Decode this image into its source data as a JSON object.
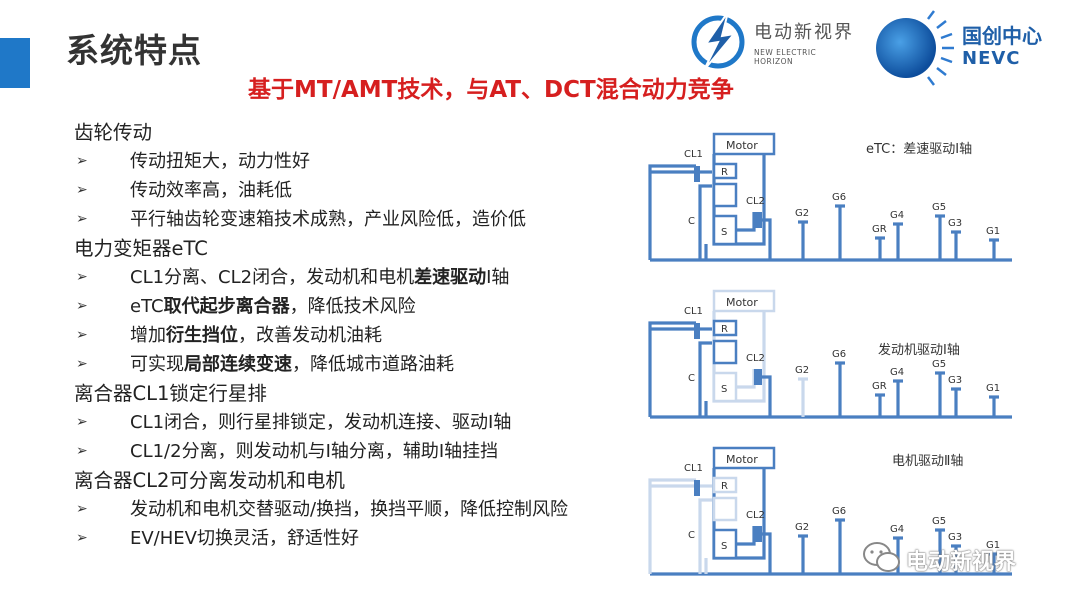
{
  "page": {
    "title": "系统特点",
    "subtitle": "基于MT/AMT技术，与AT、DCT混合动力竞争"
  },
  "logos": {
    "brand1_name": "电动新视界",
    "brand1_sub": "NEW ELECTRIC HORIZON",
    "brand2_name": "国创中心",
    "brand2_sub": "NEVC"
  },
  "sections": [
    {
      "heading": "齿轮传动",
      "bullets": [
        [
          {
            "t": "传动扭矩大，动力性好"
          }
        ],
        [
          {
            "t": "传动效率高，油耗低"
          }
        ],
        [
          {
            "t": "平行轴齿轮变速箱技术成熟，产业风险低，造价低"
          }
        ]
      ]
    },
    {
      "heading": "电力变矩器eTC",
      "bullets": [
        [
          {
            "t": "CL1分离、CL2闭合，发动机和电机"
          },
          {
            "t": "差速驱动",
            "b": true
          },
          {
            "t": "Ⅰ轴"
          }
        ],
        [
          {
            "t": "eTC"
          },
          {
            "t": "取代起步离合器",
            "b": true
          },
          {
            "t": "，降低技术风险"
          }
        ],
        [
          {
            "t": "增加"
          },
          {
            "t": "衍生挡位",
            "b": true
          },
          {
            "t": "，改善发动机油耗"
          }
        ],
        [
          {
            "t": "可实现"
          },
          {
            "t": "局部连续变速",
            "b": true
          },
          {
            "t": "，降低城市道路油耗"
          }
        ]
      ]
    },
    {
      "heading": "离合器CL1锁定行星排",
      "bullets": [
        [
          {
            "t": "CL1闭合，则行星排锁定，发动机连接、驱动Ⅰ轴"
          }
        ],
        [
          {
            "t": "CL1/2分离，则发动机与Ⅰ轴分离，辅助Ⅰ轴挂挡"
          }
        ]
      ]
    },
    {
      "heading": "离合器CL2可分离发动机和电机",
      "bullets": [
        [
          {
            "t": "发动机和电机交替驱动/换挡，换挡平顺，降低控制风险"
          }
        ],
        [
          {
            "t": "EV/HEV切换灵活，舒适性好"
          }
        ]
      ]
    }
  ],
  "bullet_marker": "➢",
  "diagrams": [
    {
      "caption": "eTC：差速驱动Ⅰ轴",
      "motor": "Motor",
      "labels": {
        "cl1": "CL1",
        "cl2": "CL2",
        "r": "R",
        "s": "S",
        "c": "C",
        "g2": "G2",
        "g6": "G6",
        "gr": "GR",
        "g4": "G4",
        "g5": "G5",
        "g3": "G3",
        "g1": "G1"
      }
    },
    {
      "caption": "发动机驱动Ⅰ轴",
      "motor": "Motor",
      "labels": {
        "cl1": "CL1",
        "cl2": "CL2",
        "r": "R",
        "s": "S",
        "c": "C",
        "g2": "G2",
        "g6": "G6",
        "gr": "GR",
        "g4": "G4",
        "g5": "G5",
        "g3": "G3",
        "g1": "G1"
      }
    },
    {
      "caption": "电机驱动Ⅱ轴",
      "motor": "Motor",
      "labels": {
        "cl1": "CL1",
        "cl2": "CL2",
        "r": "R",
        "s": "S",
        "c": "C",
        "g2": "G2",
        "g6": "G6",
        "g4": "G4",
        "g5": "G5",
        "g3": "G3",
        "g1": "G1"
      }
    }
  ],
  "watermark": "电动新视界",
  "colors": {
    "accent": "#1f78c8",
    "subtitle": "#d61f1f",
    "diagram_active": "#4a7fc1",
    "diagram_faded": "#c9d8ec"
  }
}
